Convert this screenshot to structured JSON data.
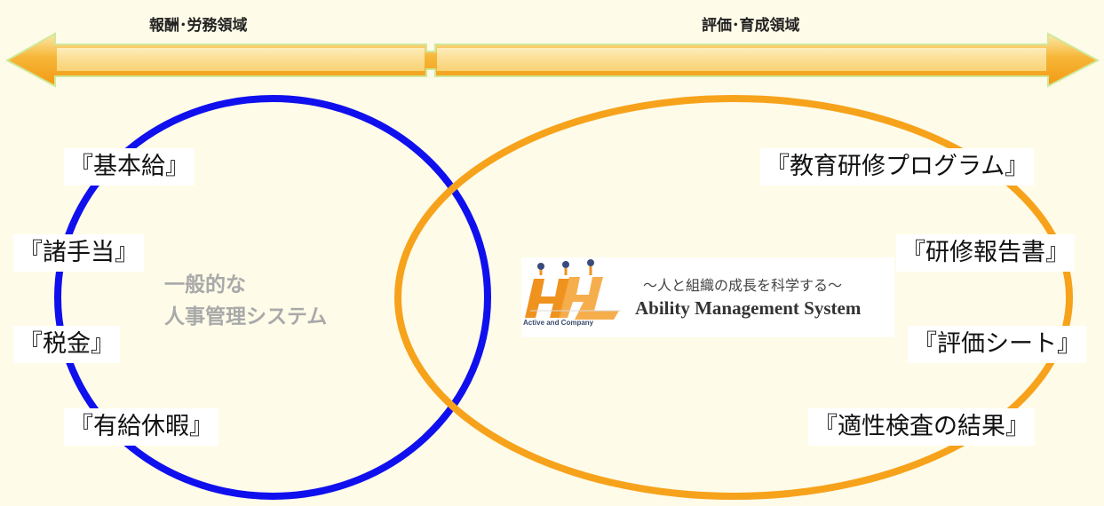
{
  "header": {
    "left_label": "報酬･労務領域",
    "right_label": "評価･育成領域"
  },
  "left_circle": {
    "center_text_line1": "一般的な",
    "center_text_line2": "人事管理システム",
    "items": [
      "『基本給』",
      "『諸手当』",
      "『税金』",
      "『有給休暇』"
    ]
  },
  "right_circle": {
    "items": [
      "『教育研修プログラム』",
      "『研修報告書』",
      "『評価シート』",
      "『適性検査の結果』"
    ]
  },
  "logo": {
    "tagline": "～人と組織の成長を科学する～",
    "name": "Ability Management System",
    "company": "Active and Company"
  },
  "colors": {
    "background": "#fefbe8",
    "left_circle": "#1010ee",
    "right_circle": "#f7a21b",
    "arrow": "#f5a623",
    "logo_orange": "#f0921e"
  }
}
